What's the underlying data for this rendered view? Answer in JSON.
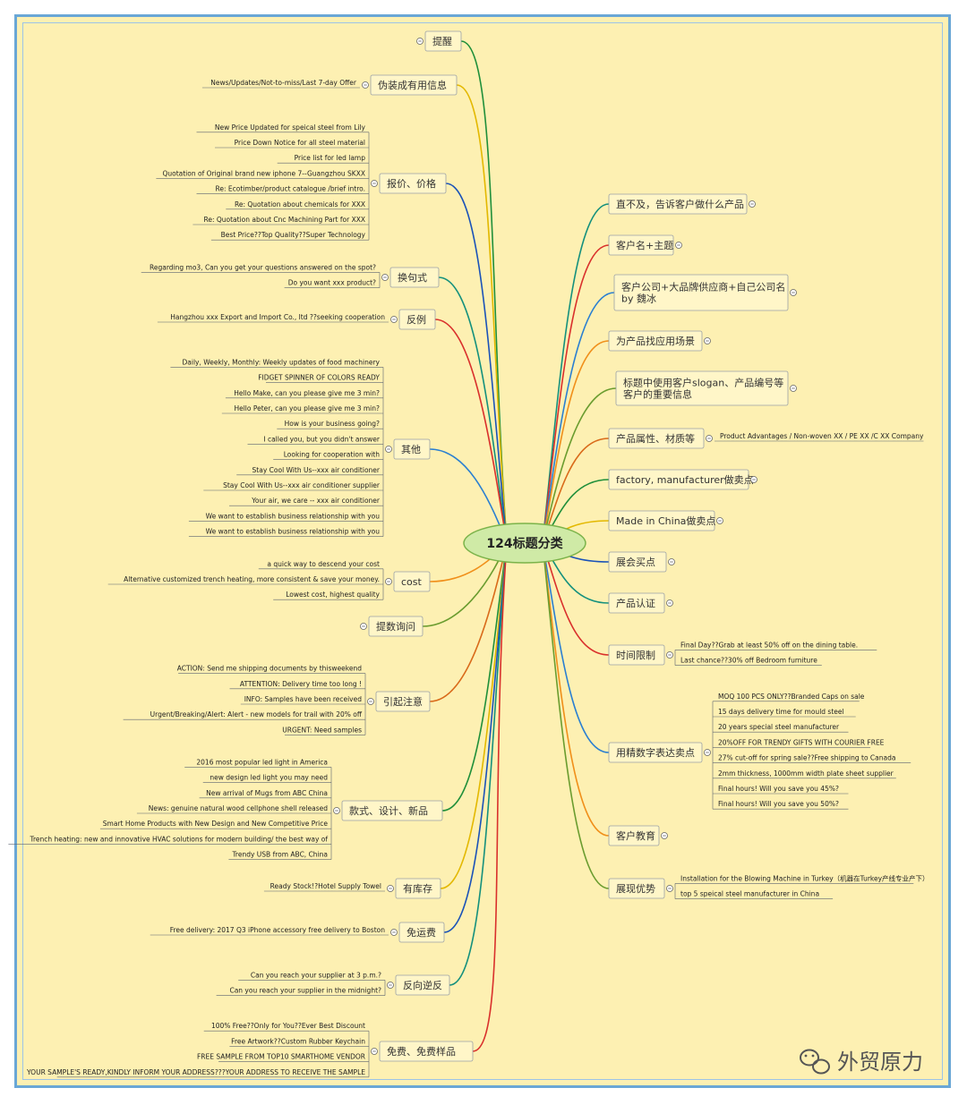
{
  "root": {
    "label": "124标题分类"
  },
  "watermark": {
    "text": "外贸原力",
    "icon": "wechat-icon"
  },
  "colors": {
    "background": "#fdf0b2",
    "frame": "#6aa7d6",
    "root_fill": "#cfeaa6",
    "root_stroke": "#7bb34a",
    "leaf_line": "#5d6570"
  },
  "left_topics": [
    {
      "label": "提醒",
      "leaves": []
    },
    {
      "label": "伪装成有用信息",
      "leaves": [
        "News/Updates/Not-to-miss/Last 7-day Offer"
      ]
    },
    {
      "label": "报价、价格",
      "leaves": [
        "New Price Updated for speical steel from Lily",
        "Price Down Notice for all steel material",
        "Price list for led lamp",
        "Quotation of Original brand new iphone 7--Guangzhou SKXX",
        "Re: Ecotimber/product catalogue /brief intro.",
        "Re: Quotation about chemicals for XXX",
        "Re: Quotation about Cnc Machining Part for XXX",
        "Best Price??Top Quality??Super Technology"
      ]
    },
    {
      "label": "换句式",
      "leaves": [
        "Regarding mo3, Can you get your questions answered on the spot?",
        "Do you want xxx product?"
      ]
    },
    {
      "label": "反例",
      "leaves": [
        "Hangzhou xxx Export and Import Co., ltd ??seeking cooperation"
      ]
    },
    {
      "label": "其他",
      "leaves": [
        "Daily, Weekly, Monthly: Weekly updates of food machinery",
        "FIDGET SPINNER OF COLORS READY",
        "Hello Make, can you please give me 3 min?",
        "Hello Peter, can you please give me 3 min?",
        "How is your business going?",
        "I called you, but you didn't answer",
        "Looking for cooperation with",
        "Stay Cool With Us--xxx air conditioner",
        "Stay Cool With Us--xxx air conditioner supplier",
        "Your air, we care -- xxx air conditioner",
        "We want to establish business relationship with you",
        "We want to establish business relationship with you"
      ]
    },
    {
      "label": "cost",
      "leaves": [
        "a quick way to descend your cost",
        "Alternative customized trench heating, more consistent & save your money.",
        "Lowest cost, highest quality"
      ]
    },
    {
      "label": "提数询问",
      "leaves": []
    },
    {
      "label": "引起注意",
      "leaves": [
        "ACTION: Send me shipping documents by thisweekend",
        "ATTENTION: Delivery time too long !",
        "INFO: Samples have been received",
        "Urgent/Breaking/Alert: Alert - new models for trail with 20% off",
        "URGENT: Need samples"
      ]
    },
    {
      "label": "款式、设计、新品",
      "leaves": [
        "2016 most popular led light in America",
        "new design led light you may need",
        "New arrival of Mugs from ABC China",
        "News: genuine natural wood cellphone shell released",
        "Smart Home Products with New Design and New Competitive Price",
        "Trench heating: new and innovative HVAC solutions for modern building/ the best way of",
        "Trendy USB from ABC, China"
      ]
    },
    {
      "label": "有库存",
      "leaves": [
        "Ready Stock!?Hotel Supply Towel"
      ]
    },
    {
      "label": "免运费",
      "leaves": [
        "Free delivery: 2017 Q3 iPhone accessory free delivery to Boston"
      ]
    },
    {
      "label": "反向逆反",
      "leaves": [
        "Can you reach your supplier at 3 p.m.?",
        "Can you reach your supplier in the midnight?"
      ]
    },
    {
      "label": "免费、免费样品",
      "leaves": [
        "100% Free??Only for You??Ever Best Discount",
        "Free Artwork??Custom Rubber Keychain",
        "FREE SAMPLE FROM TOP10 SMARTHOME VENDOR",
        "YOUR SAMPLE'S READY,KINDLY INFORM YOUR ADDRESS???YOUR ADDRESS TO RECEIVE THE SAMPLE"
      ]
    }
  ],
  "right_topics": [
    {
      "label": "直不及，告诉客户做什么产品",
      "leaves": []
    },
    {
      "label": "客户名+主题",
      "leaves": []
    },
    {
      "label": "客户公司+大品牌供应商+自己公司名\nby 魏冰",
      "leaves": []
    },
    {
      "label": "为产品找应用场景",
      "leaves": []
    },
    {
      "label": "标题中使用客户slogan、产品编号等\n客户的重要信息",
      "leaves": []
    },
    {
      "label": "产品属性、材质等",
      "leaves": [
        "Product Advantages / Non-woven XX / PE XX /C XX Company"
      ]
    },
    {
      "label": "factory, manufacturer做卖点",
      "leaves": []
    },
    {
      "label": "Made in China做卖点",
      "leaves": []
    },
    {
      "label": "展会买点",
      "leaves": []
    },
    {
      "label": "产品认证",
      "leaves": []
    },
    {
      "label": "时间限制",
      "leaves": [
        "Final Day??Grab at least 50% off on the dining table.",
        "Last chance??30% off Bedroom furniture"
      ]
    },
    {
      "label": "用精数字表达卖点",
      "leaves": [
        "MOQ 100 PCS ONLY??Branded Caps on sale",
        "15 days delivery time for mould steel",
        "20 years special steel manufacturer",
        "20%OFF FOR TRENDY GIFTS WITH COURIER FREE",
        "27% cut-off for spring sale??Free shipping to Canada",
        "2mm thickness, 1000mm width plate sheet supplier",
        "Final hours! Will you save you 45%?",
        "Final hours! Will you save you 50%?"
      ]
    },
    {
      "label": "客户教育",
      "leaves": []
    },
    {
      "label": "展现优势",
      "leaves": [
        "Installation for the Blowing Machine in Turkey（机器在Turkey产线专业产下）",
        "top 5 speical steel manufacturer in China"
      ]
    }
  ]
}
